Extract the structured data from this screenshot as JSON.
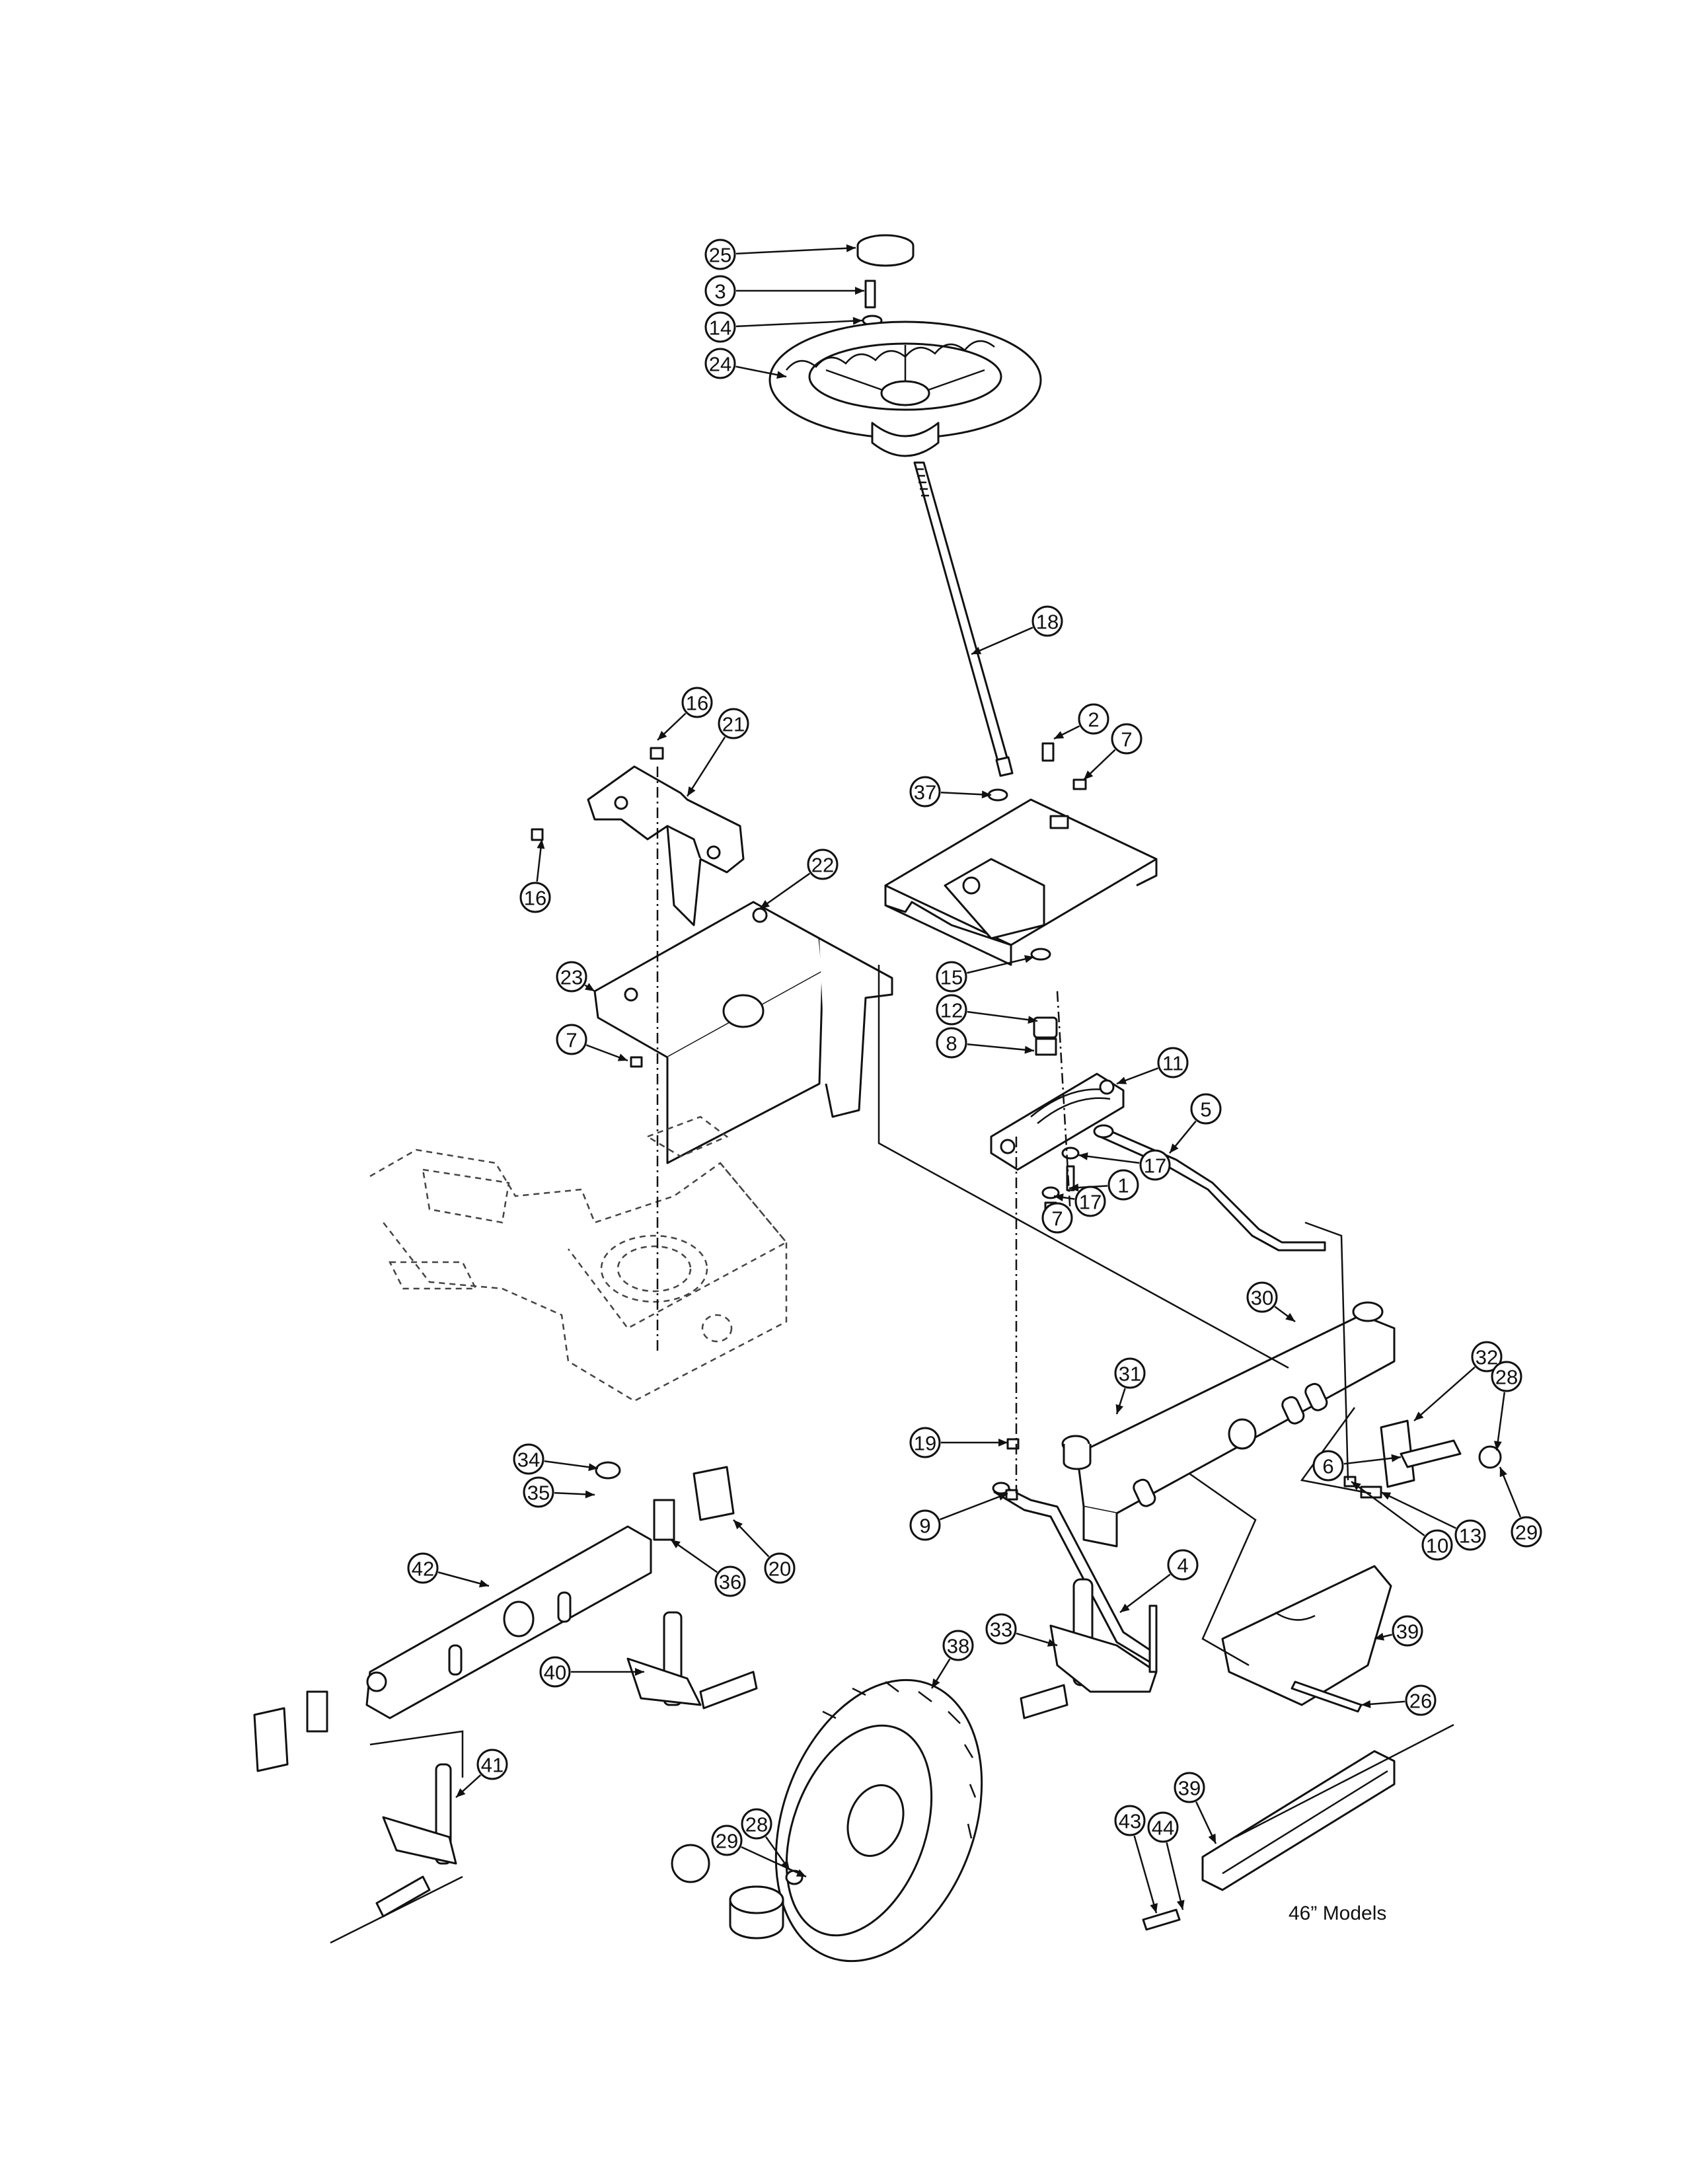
{
  "callouts": [
    {
      "n": "25"
    },
    {
      "n": "3"
    },
    {
      "n": "14"
    },
    {
      "n": "24"
    },
    {
      "n": "18"
    },
    {
      "n": "16"
    },
    {
      "n": "21"
    },
    {
      "n": "16"
    },
    {
      "n": "22"
    },
    {
      "n": "23"
    },
    {
      "n": "7"
    },
    {
      "n": "2"
    },
    {
      "n": "7"
    },
    {
      "n": "37"
    },
    {
      "n": "15"
    },
    {
      "n": "12"
    },
    {
      "n": "8"
    },
    {
      "n": "11"
    },
    {
      "n": "5"
    },
    {
      "n": "17"
    },
    {
      "n": "1"
    },
    {
      "n": "17"
    },
    {
      "n": "7"
    },
    {
      "n": "30"
    },
    {
      "n": "31"
    },
    {
      "n": "32"
    },
    {
      "n": "28"
    },
    {
      "n": "6"
    },
    {
      "n": "19"
    },
    {
      "n": "9"
    },
    {
      "n": "10"
    },
    {
      "n": "13"
    },
    {
      "n": "29"
    },
    {
      "n": "34"
    },
    {
      "n": "35"
    },
    {
      "n": "20"
    },
    {
      "n": "36"
    },
    {
      "n": "42"
    },
    {
      "n": "4"
    },
    {
      "n": "33"
    },
    {
      "n": "38"
    },
    {
      "n": "39"
    },
    {
      "n": "26"
    },
    {
      "n": "40"
    },
    {
      "n": "41"
    },
    {
      "n": "39"
    },
    {
      "n": "43"
    },
    {
      "n": "44"
    },
    {
      "n": "29"
    },
    {
      "n": "28"
    },
    {
      "n": ""
    }
  ],
  "captions": {
    "models_46": "46” Models"
  }
}
